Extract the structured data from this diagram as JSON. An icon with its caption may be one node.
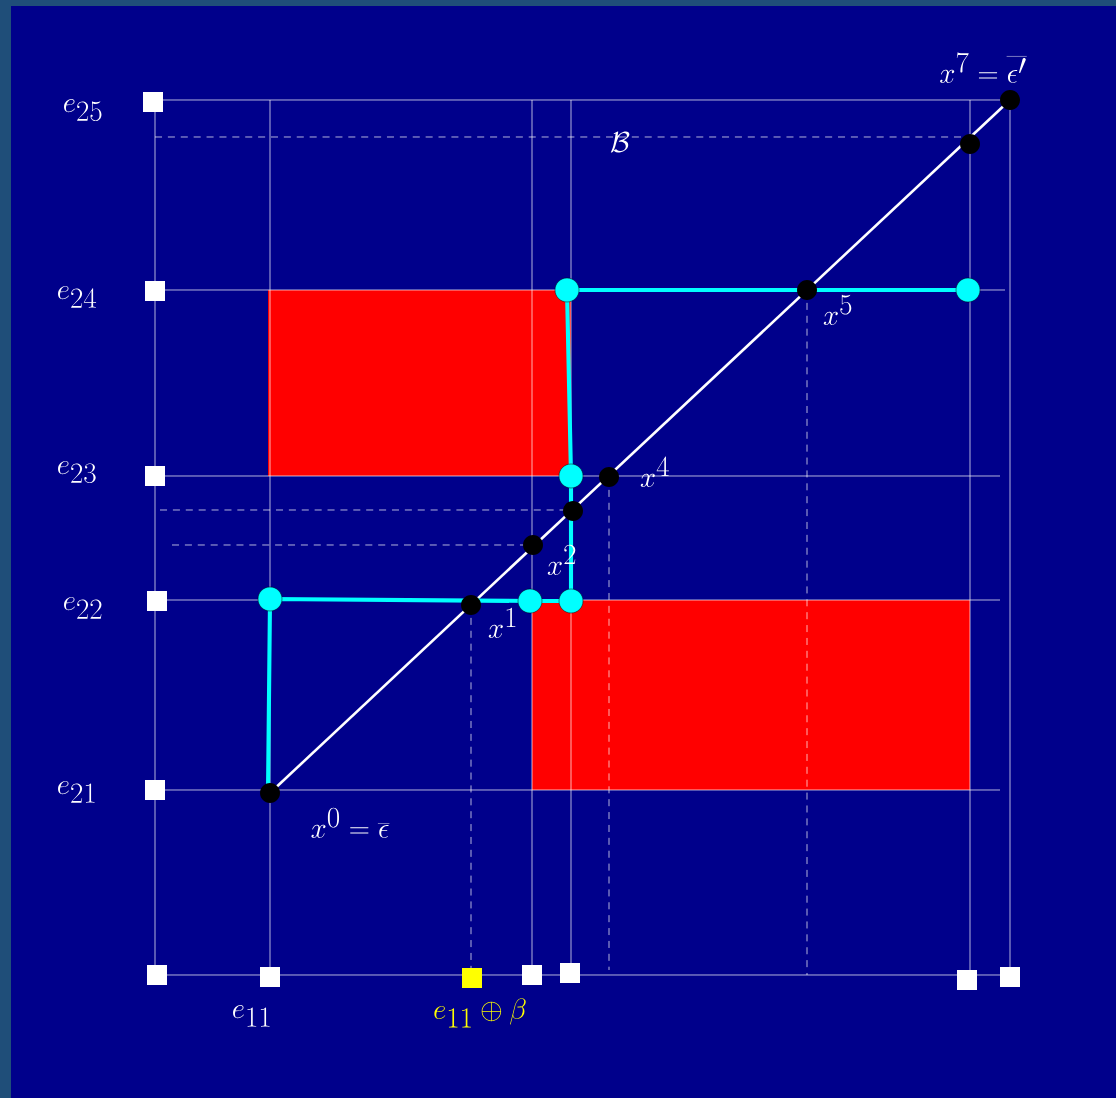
{
  "diagram": {
    "labels": [
      "x^7 = \\overline{\\epsilon'}",
      "e_{25}",
      "\\mathcal{B}",
      "e_{24}",
      "x^5",
      "e_{23}",
      "x^4",
      "x^2",
      "e_{22}",
      "x^1",
      "e_{21}",
      "x^0 = \\overline{\\epsilon}",
      "e_{11}",
      "e_{11} \\oplus \\beta"
    ]
  }
}
